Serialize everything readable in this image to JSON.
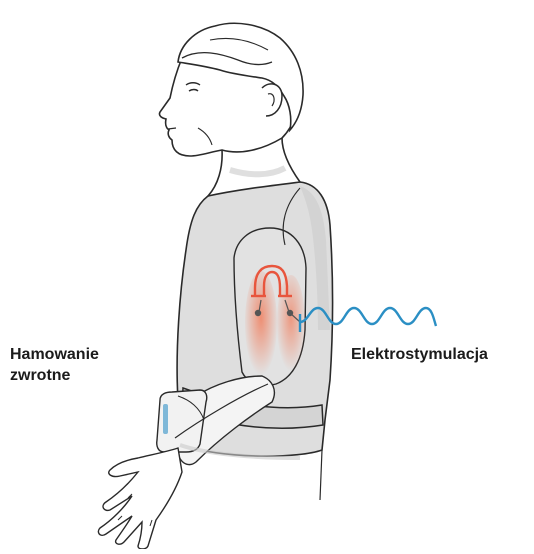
{
  "labels": {
    "inhibition_line1": "Hamowanie",
    "inhibition_line2": "zwrotne",
    "electrostimulation": "Elektrostymulacja"
  },
  "colors": {
    "outline": "#2a2a2a",
    "shirt": "#dedede",
    "skin": "#ffffff",
    "muscle_glow": "#f08060",
    "reflex_arc": "#e8553d",
    "electrode": "#555555",
    "stim_wave": "#2b8fc4",
    "device_accent": "#7fb8d8",
    "shadow": "#c9c9c9"
  },
  "icons": [
    "person-illustration",
    "reflex-arc-icon",
    "stimulation-wave-icon",
    "stimulation-device-icon"
  ]
}
